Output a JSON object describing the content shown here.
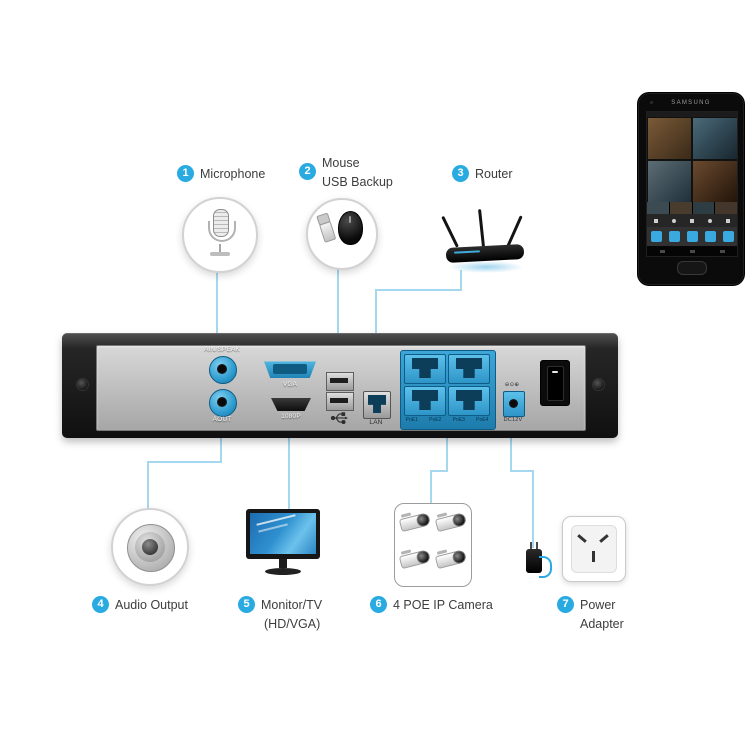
{
  "colors": {
    "accent": "#29abe2",
    "line": "#a5d8ef",
    "port_blue": "#3fb0e5"
  },
  "callouts": {
    "microphone": {
      "num": "1",
      "label": "Microphone"
    },
    "mouse": {
      "num": "2",
      "line1": "Mouse",
      "line2": "USB Backup"
    },
    "router": {
      "num": "3",
      "label": "Router"
    },
    "audio": {
      "num": "4",
      "label": "Audio Output"
    },
    "monitor": {
      "num": "5",
      "line1": "Monitor/TV",
      "line2": "(HD/VGA)"
    },
    "camera": {
      "num": "6",
      "label": "4 POE IP Camera"
    },
    "power": {
      "num": "7",
      "line1": "Power",
      "line2": "Adapter"
    }
  },
  "device": {
    "ain_label": "AIN/SPEAK",
    "aout_label": "AOUT",
    "vga_label": "VGA",
    "hdmi_label": "1080P",
    "lan_label": "LAN",
    "poe": [
      "PoE1",
      "PoE2",
      "PoE3",
      "PoE4"
    ],
    "dc_polarity": "⊖⊙⊕",
    "dc_label": "DC12V"
  },
  "phone": {
    "brand": "SAMSUNG"
  }
}
